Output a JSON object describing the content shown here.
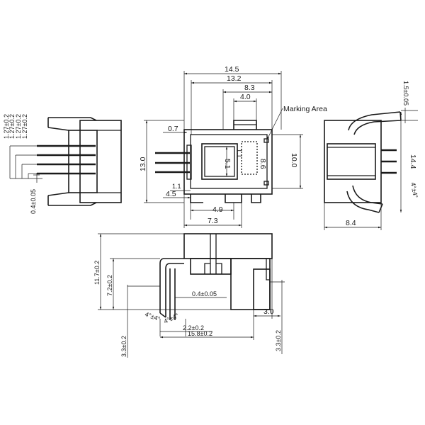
{
  "drawing": {
    "marking_label": "Marking Area",
    "dims": {
      "d14_5": "14.5",
      "d13_2": "13.2",
      "d8_3": "8.3",
      "d4_0": "4.0",
      "d0_7": "0.7",
      "d13_0": "13.0",
      "d5_1": "5.1",
      "d1_1_top": "1.1",
      "d8_6": "8.6",
      "d10_0": "10.0",
      "d1_1_bot": "1.1",
      "d4_5": "4.5",
      "d4_9": "4.9",
      "d7_3": "7.3",
      "d1_5": "1.5±0.05",
      "d14_4": "14.4",
      "d8_4": "8.4",
      "angle_right": "4°±4°",
      "pitch": "1.27±0.2",
      "d0_4_left": "0.4±0.05",
      "d11_7": "11.7±0.2",
      "d7_2": "7.2±0.2",
      "d0_4_bottom": "0.4±0.05",
      "angle_b1": "4°±4°",
      "angle_b2": "4°±4°",
      "d2_2": "2.2±0.2",
      "d15_8": "15.8±0.2",
      "d3_0": "3.0",
      "d3_3_left": "3.3±0.2",
      "d3_3_right": "3.3±0.2"
    }
  }
}
